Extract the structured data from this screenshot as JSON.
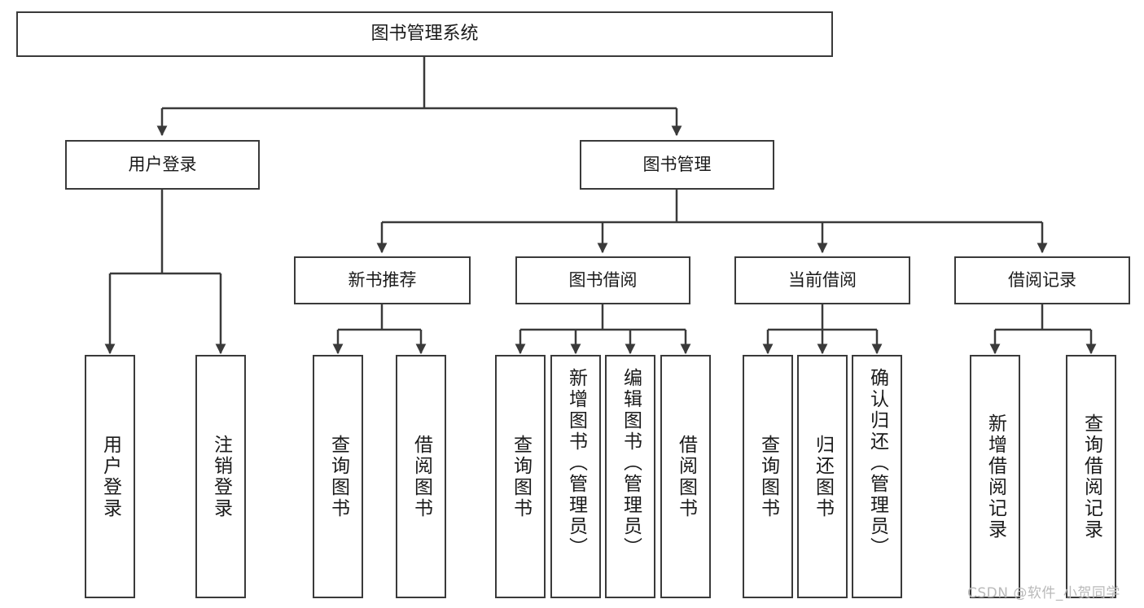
{
  "diagram": {
    "title_node": {
      "label": "图书管理系统"
    },
    "level1": [
      {
        "label": "用户登录"
      },
      {
        "label": "图书管理"
      }
    ],
    "level2": [
      {
        "label": "新书推荐"
      },
      {
        "label": "图书借阅"
      },
      {
        "label": "当前借阅"
      },
      {
        "label": "借阅记录"
      }
    ],
    "leaves": {
      "user_login": [
        {
          "label": "用户登录"
        },
        {
          "label": "注销登录"
        }
      ],
      "new_book": [
        {
          "label": "查询图书"
        },
        {
          "label": "借阅图书"
        }
      ],
      "book_borrow": [
        {
          "label": "查询图书"
        },
        {
          "label": "新增图书（管理员）"
        },
        {
          "label": "编辑图书（管理员）"
        },
        {
          "label": "借阅图书"
        }
      ],
      "current_borrow": [
        {
          "label": "查询图书"
        },
        {
          "label": "归还图书"
        },
        {
          "label": "确认归还（管理员）"
        }
      ],
      "borrow_record": [
        {
          "label": "新增借阅记录"
        },
        {
          "label": "查询借阅记录"
        }
      ]
    }
  },
  "watermark": {
    "text": "CSDN @软件_小贺同学"
  },
  "colors": {
    "stroke": "#3a3a3a",
    "background": "#ffffff",
    "text": "#1a1a1a",
    "watermark": "#b9b9b9"
  }
}
